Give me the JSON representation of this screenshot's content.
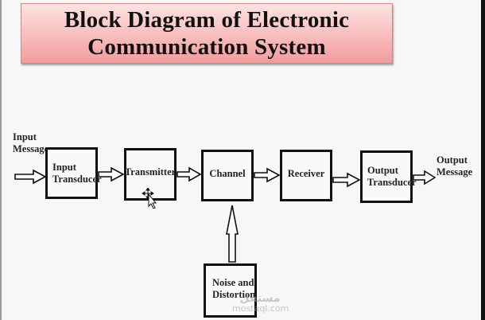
{
  "title": {
    "line1": "Block Diagram of Electronic",
    "line2": "Communication System"
  },
  "diagram": {
    "input_label": [
      "Input",
      "Message"
    ],
    "output_label": [
      "Output",
      "Message"
    ],
    "blocks": [
      {
        "id": "input-transducer",
        "lines": [
          "Input",
          "Transducer"
        ]
      },
      {
        "id": "transmitter",
        "lines": [
          "Transmitter"
        ]
      },
      {
        "id": "channel",
        "lines": [
          "Channel"
        ]
      },
      {
        "id": "receiver",
        "lines": [
          "Receiver"
        ]
      },
      {
        "id": "output-transducer",
        "lines": [
          "Output",
          "Transducer"
        ]
      },
      {
        "id": "noise-and-distortion",
        "lines": [
          "Noise and",
          "Distortion"
        ]
      }
    ],
    "flow": [
      "Input Message",
      "Input Transducer",
      "Transmitter",
      "Channel",
      "Receiver",
      "Output Transducer",
      "Output Message"
    ],
    "side_input": {
      "from": "Noise and Distortion",
      "to": "Channel"
    }
  },
  "watermark": {
    "top": "مستقل",
    "bottom": "mostaql.com"
  },
  "cursor": "move-cursor-icon"
}
